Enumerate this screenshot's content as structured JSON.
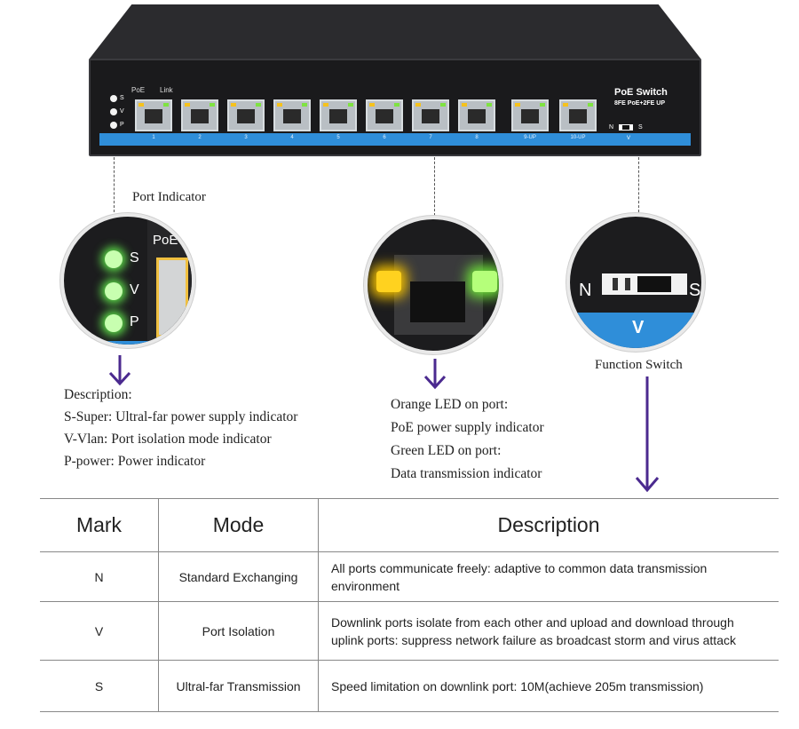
{
  "device": {
    "brand_title": "PoE Switch",
    "model": "8FE PoE+2FE UP",
    "poe_label": "PoE",
    "link_label": "Link",
    "side_leds": [
      "S",
      "V",
      "P"
    ],
    "ports": [
      "1",
      "2",
      "3",
      "4",
      "5",
      "6",
      "7",
      "8",
      "9-UP",
      "10-UP"
    ],
    "switch_n": "N",
    "switch_s": "S",
    "switch_v": "V"
  },
  "callouts": {
    "port_indicator": {
      "title": "Port Indicator",
      "leds": [
        "S",
        "V",
        "P"
      ],
      "poe_crop": "PoE"
    },
    "function_switch": {
      "title": "Function Switch",
      "n": "N",
      "s": "S",
      "v": "V"
    }
  },
  "descriptions": {
    "left": [
      "Description:",
      "S-Super: Ultral-far power supply indicator",
      "V-Vlan: Port isolation mode indicator",
      "P-power: Power indicator"
    ],
    "middle": [
      "Orange LED on port:",
      "PoE power supply indicator",
      "Green LED on port:",
      "Data transmission indicator"
    ]
  },
  "table": {
    "headers": [
      "Mark",
      "Mode",
      "Description"
    ],
    "rows": [
      {
        "mark": "N",
        "mode": "Standard Exchanging",
        "description": "All ports communicate freely: adaptive to common data transmission environment"
      },
      {
        "mark": "V",
        "mode": "Port Isolation",
        "description": "Downlink ports isolate from each other and upload and download through uplink ports: suppress network failure as broadcast storm and virus attack"
      },
      {
        "mark": "S",
        "mode": "Ultral-far Transmission",
        "description": "Speed limitation on downlink port: 10M(achieve 205m transmission)"
      }
    ]
  },
  "colors": {
    "arrow": "#4b2a8f",
    "strip_blue": "#2f8ed9",
    "led_orange": "#f6c21c",
    "led_green": "#7fe341"
  }
}
